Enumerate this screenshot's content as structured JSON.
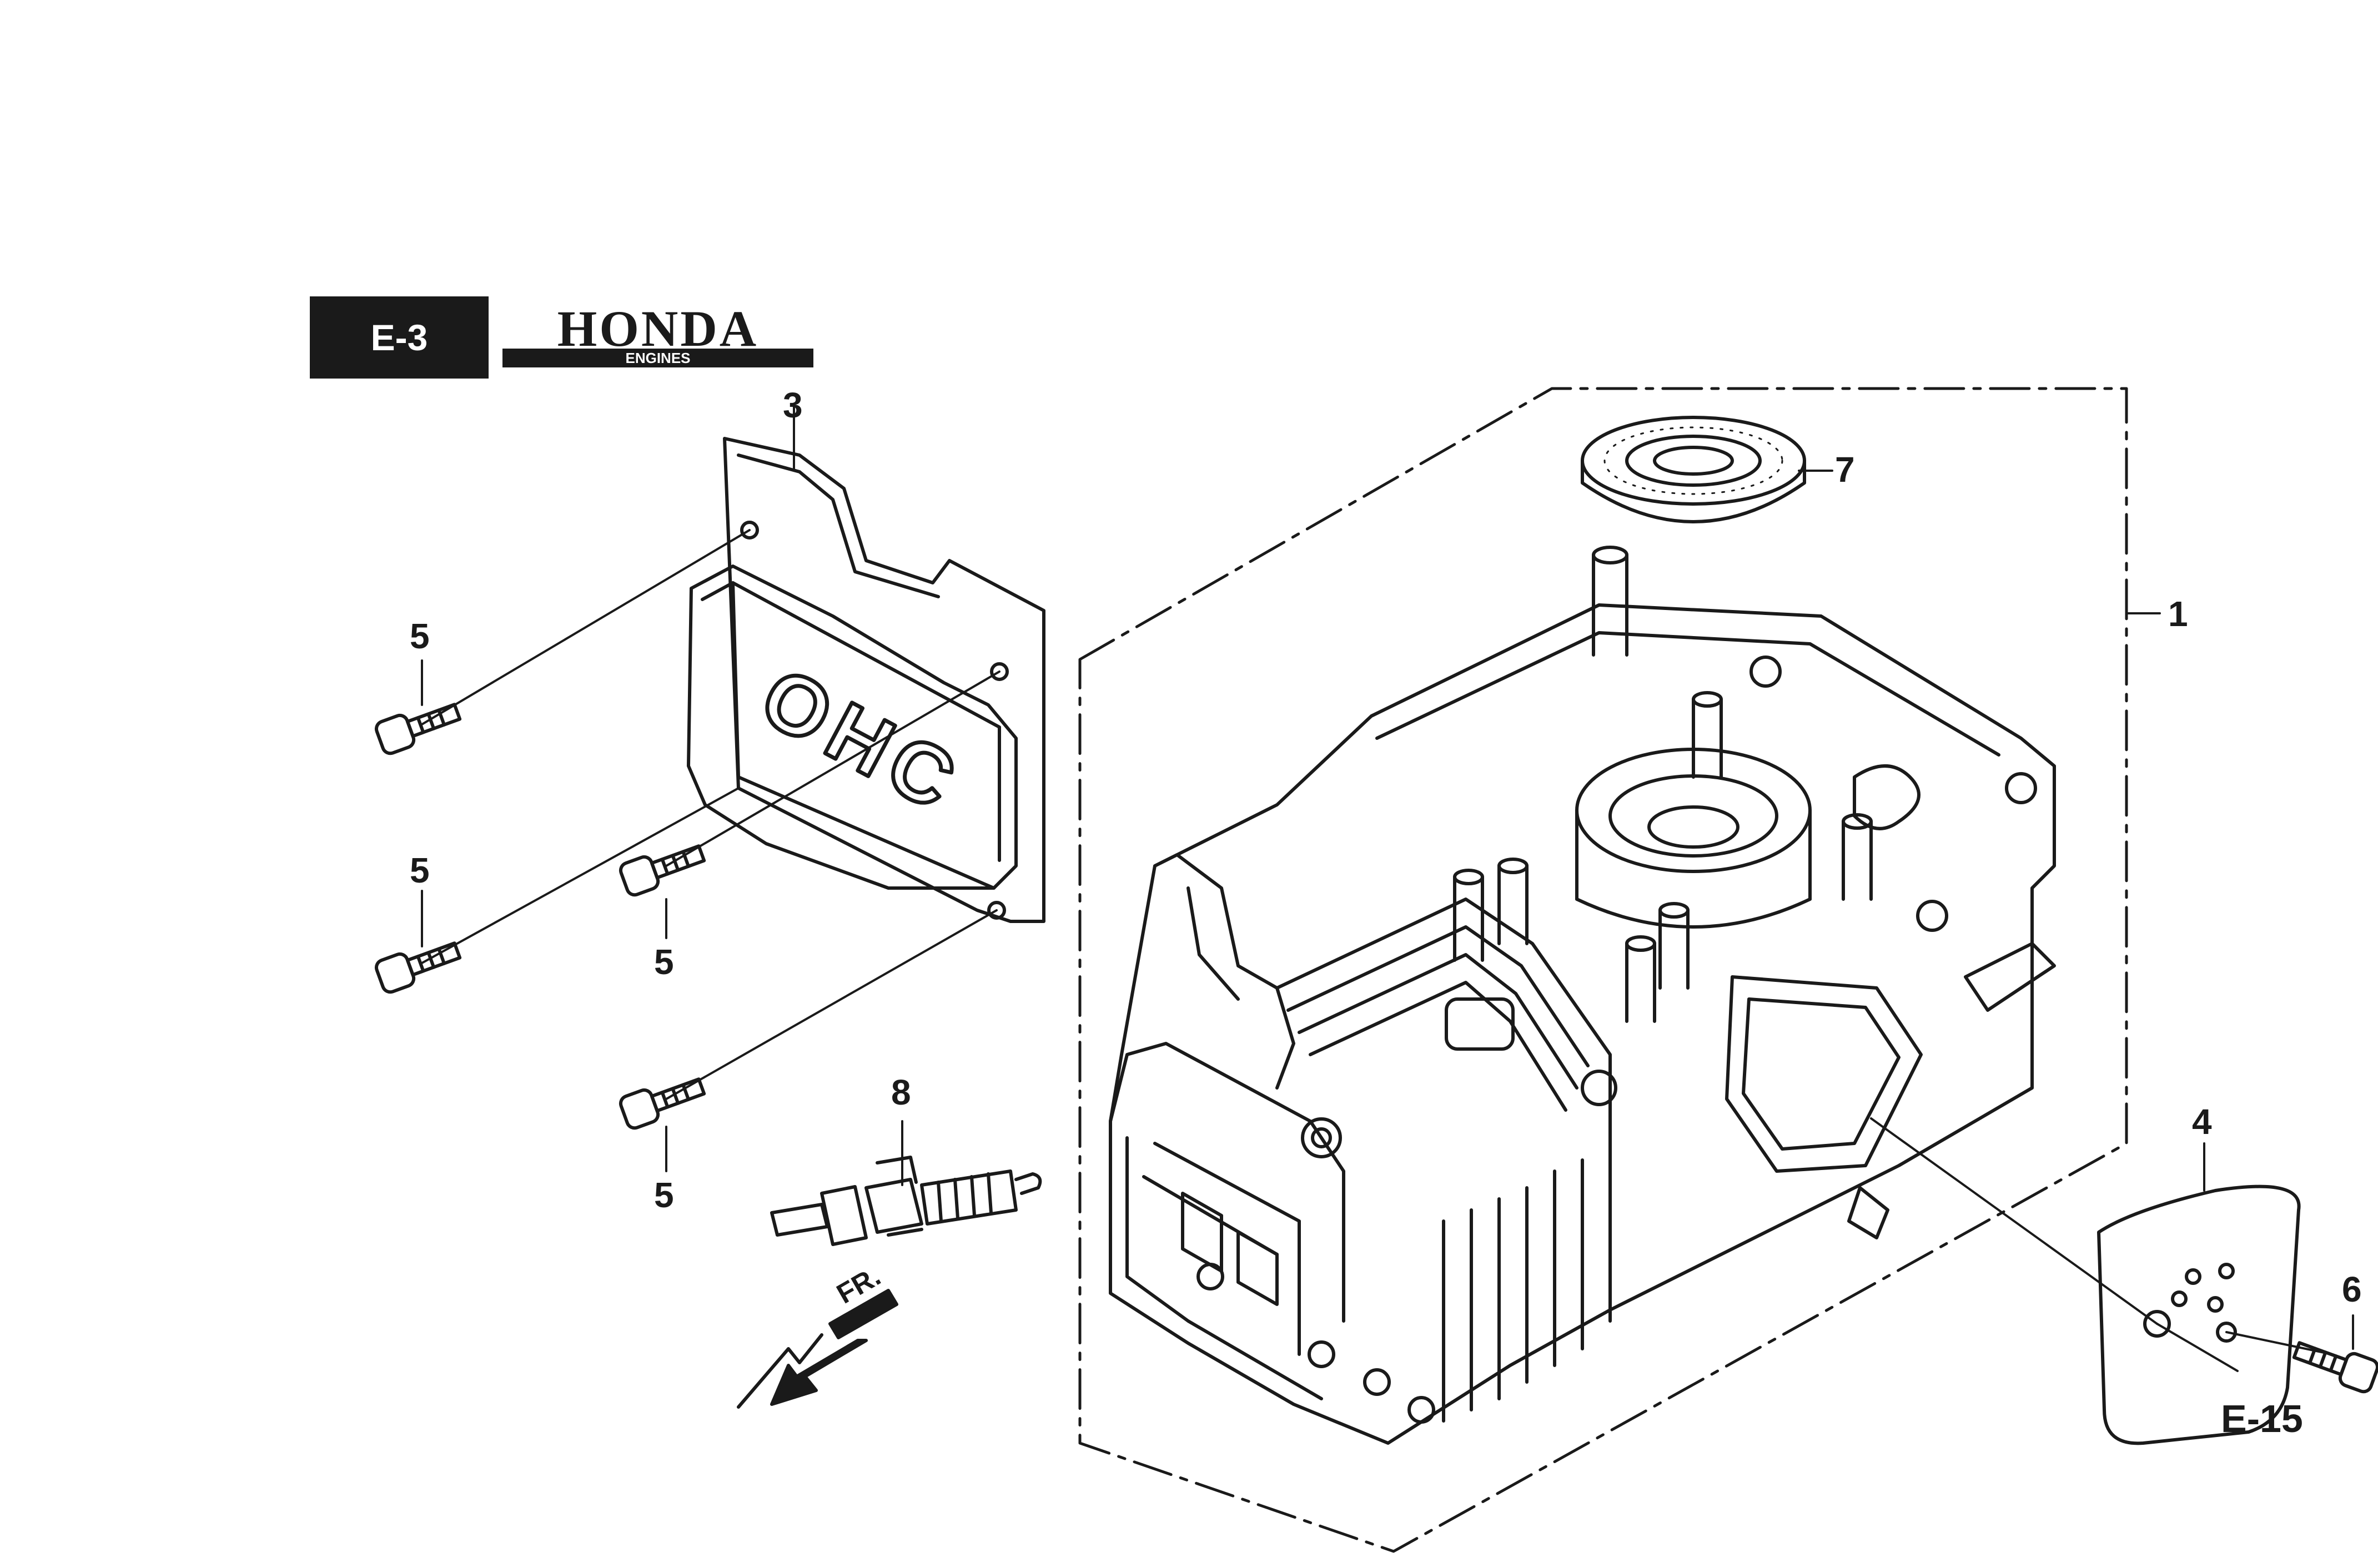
{
  "section_badge": "E-3",
  "brand": {
    "name": "HONDA",
    "subtitle": "ENGINES"
  },
  "cover_marking": "OHC",
  "callouts": [
    "1",
    "3",
    "4",
    "5",
    "5",
    "5",
    "5",
    "6",
    "7",
    "8"
  ],
  "cross_reference": "E-15",
  "direction_label": "FR.",
  "icons": [
    "section-badge",
    "brand-logo",
    "front-direction-arrow"
  ],
  "colors": {
    "ink": "#1a1a1a",
    "paper": "#ffffff"
  }
}
